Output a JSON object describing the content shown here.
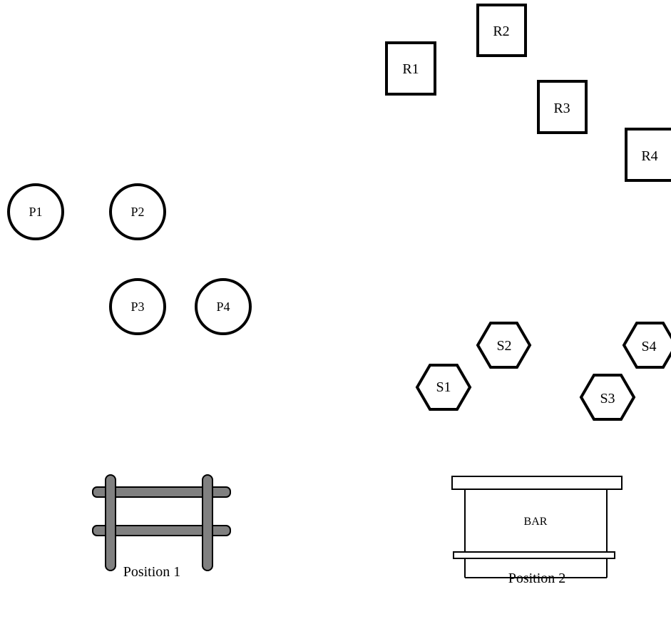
{
  "circles": {
    "items": [
      {
        "id": "p1",
        "label": "P1"
      },
      {
        "id": "p2",
        "label": "P2"
      },
      {
        "id": "p3",
        "label": "P3"
      },
      {
        "id": "p4",
        "label": "P4"
      }
    ]
  },
  "squares": {
    "items": [
      {
        "id": "r1",
        "label": "R1"
      },
      {
        "id": "r2",
        "label": "R2"
      },
      {
        "id": "r3",
        "label": "R3"
      },
      {
        "id": "r4",
        "label": "R4"
      }
    ]
  },
  "hexagons": {
    "items": [
      {
        "id": "s1",
        "label": "S1"
      },
      {
        "id": "s2",
        "label": "S2"
      },
      {
        "id": "s3",
        "label": "S3"
      },
      {
        "id": "s4",
        "label": "S4"
      }
    ]
  },
  "bar": {
    "label": "BAR"
  },
  "captions": {
    "position1": "Position 1",
    "position2": "Position 2"
  },
  "colors": {
    "line": "#000000",
    "fence_fill": "#808080",
    "background": "#ffffff"
  }
}
